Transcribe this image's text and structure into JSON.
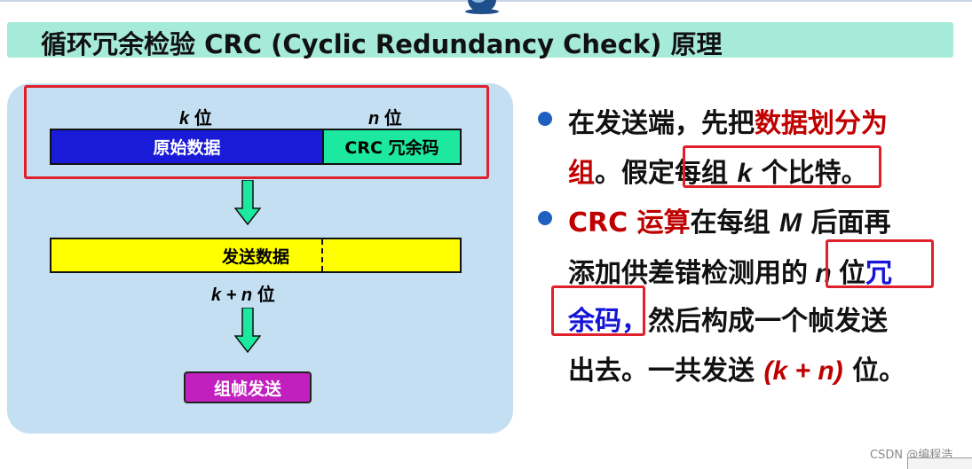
{
  "title": "循环冗余检验 CRC (Cyclic Redundancy Check) 原理",
  "diagram": {
    "k_var": "k",
    "bits_unit": "位",
    "n_var": "n",
    "data_label": "原始数据",
    "crc_label": "CRC 冗余码",
    "send_data_label": "发送数据",
    "total_expr": "k + n",
    "button_label": "组帧发送"
  },
  "bullets": {
    "b1_line1_plain": "在发送端，先把",
    "b1_line1_red": "数据划分为",
    "b1_line2_red": "组",
    "b1_line2_plain": "。假定",
    "b1_line2_boxed_a": "每组 ",
    "b1_line2_boxed_k": "k",
    "b1_line2_boxed_b": " 个比特",
    "b1_line2_end": "。",
    "b2_line1_red": "CRC 运算",
    "b2_line1_plain": "在每组 ",
    "b2_line1_M": "M",
    "b2_line1_plain2": " 后面再",
    "b2_line2_plain": "添加供差错检测用的",
    "b2_line2_n": " n ",
    "b2_line2_wei": "位",
    "b2_line2_blue": "冗",
    "b2_line3_blue": "余码，",
    "b2_line3_plain": "然后构成一个帧发送",
    "b2_line4_plain": "出去。一共发送 ",
    "b2_line4_red": "(k + n)",
    "b2_line4_end": " 位。"
  },
  "watermark": "CSDN @编程浩",
  "colors": {
    "accent_red": "#c00000",
    "blue": "#1515d8",
    "title_bg": "#a6ead9",
    "panel_bg": "#c4dff2",
    "data_bar": "#1a1ad9",
    "crc_bar": "#1de8a0",
    "send_bar": "#ffff00",
    "button": "#c21fbf"
  }
}
